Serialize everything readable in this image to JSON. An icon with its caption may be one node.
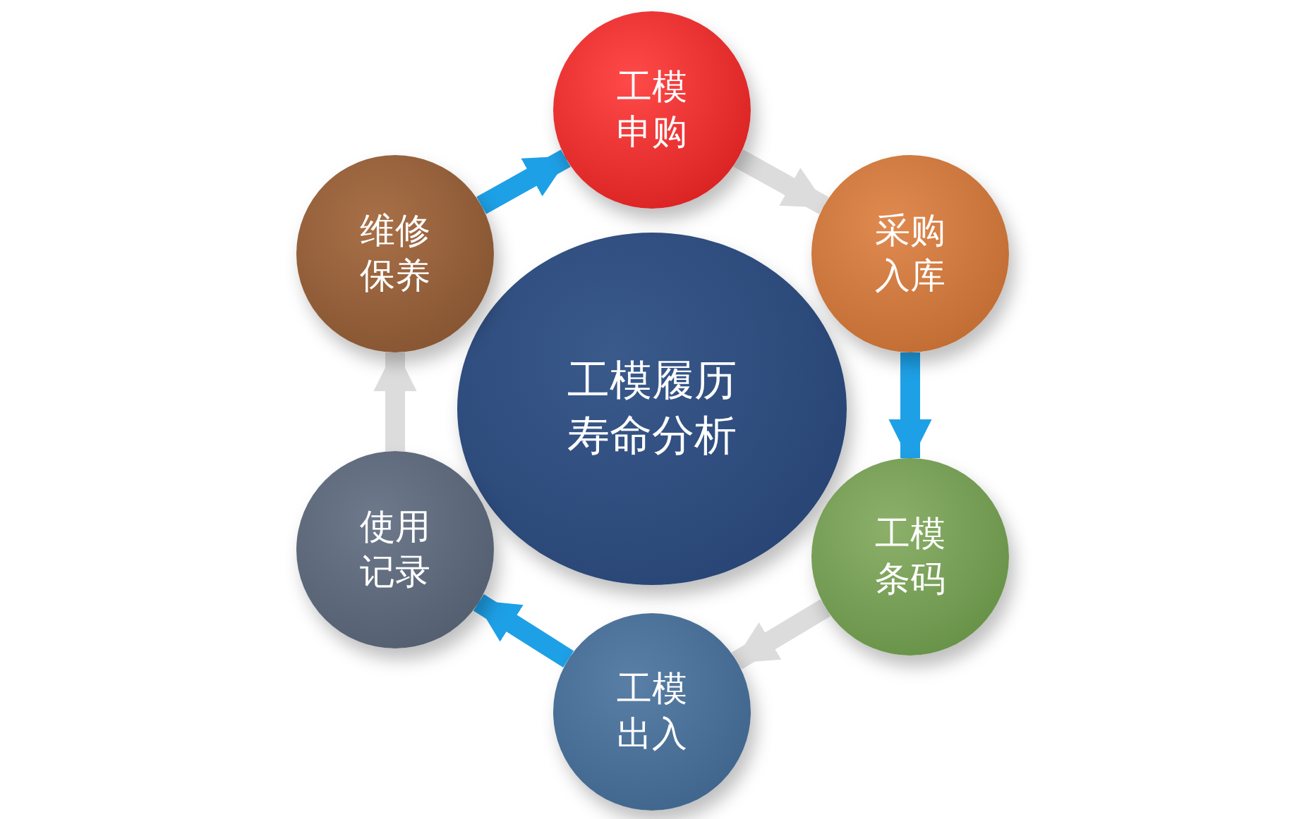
{
  "diagram": {
    "nodes": [
      {
        "text": [
          "工模履历寿命分析"
        ]
      },
      {
        "text": [
          "工模申购"
        ]
      },
      {
        "text": [
          "采购入库"
        ]
      },
      {
        "text": [
          "工模条码"
        ]
      },
      {
        "text": [
          "工模出入"
        ]
      },
      {
        "text": [
          "使用记录"
        ]
      },
      {
        "text": [
          "维修保养"
        ]
      }
    ],
    "edges": [
      {
        "from": 6,
        "to": 1,
        "arrow": "to",
        "color": "#1ea0e6"
      },
      {
        "from": 1,
        "to": 2,
        "arrow": "to",
        "color": "#dcdcdc"
      },
      {
        "from": 2,
        "to": 3,
        "arrow": "to",
        "color": "#1ea0e6"
      },
      {
        "from": 3,
        "to": 4,
        "arrow": "to",
        "color": "#dcdcdc"
      },
      {
        "from": 4,
        "to": 5,
        "arrow": "to",
        "color": "#1ea0e6"
      },
      {
        "from": 5,
        "to": 6,
        "arrow": "to",
        "color": "#dcdcdc"
      }
    ]
  }
}
